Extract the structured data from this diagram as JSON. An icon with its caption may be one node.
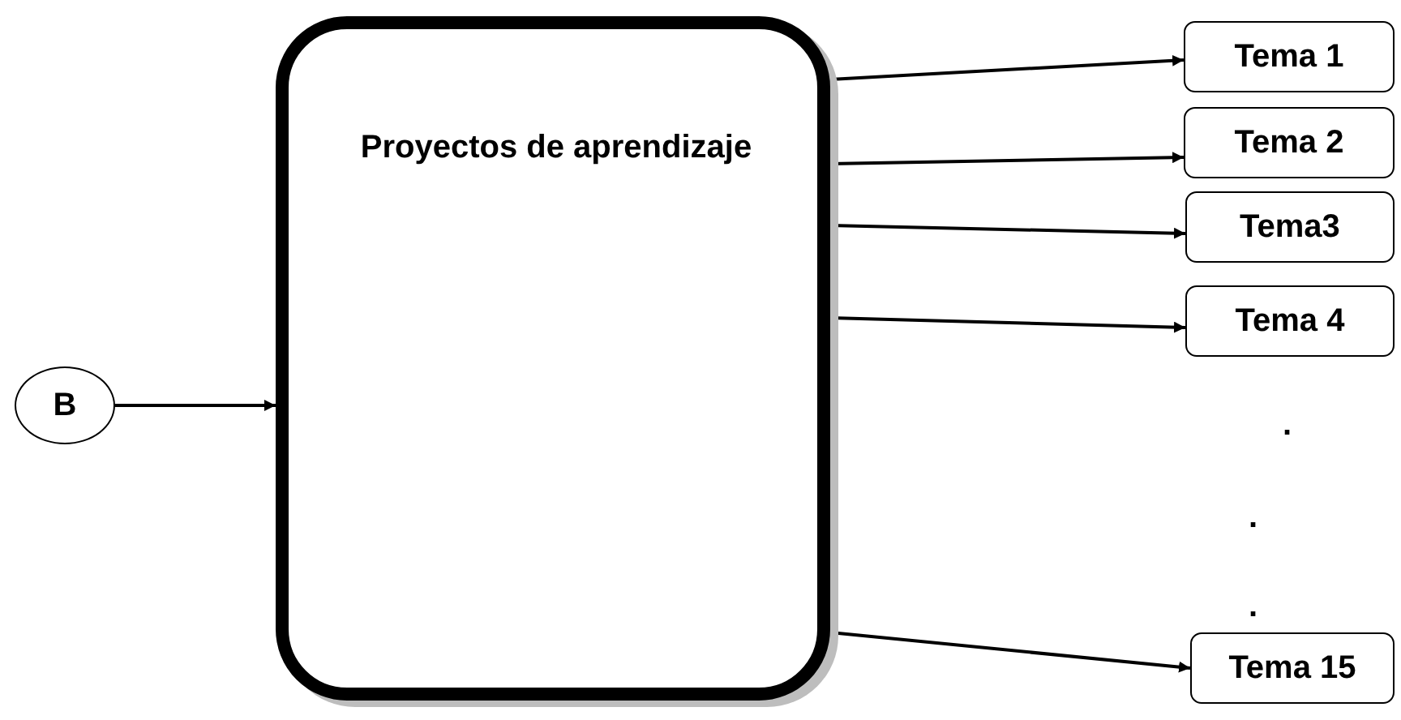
{
  "diagram": {
    "nodes": [
      {
        "text": [
          "Proyectos de aprendizaje"
        ]
      },
      {
        "text": [
          "B"
        ]
      },
      {
        "text": [
          "Tema 1"
        ]
      },
      {
        "text": [
          "Tema 2"
        ]
      },
      {
        "text": [
          "Tema3"
        ]
      },
      {
        "text": [
          "Tema 4"
        ]
      },
      {
        "text": [
          "Tema 15"
        ]
      }
    ],
    "edges": [
      {
        "from": 0,
        "to": 2,
        "arrow": "to"
      },
      {
        "from": 0,
        "to": 3,
        "arrow": "to"
      },
      {
        "from": 0,
        "to": 4,
        "arrow": "to"
      },
      {
        "from": 0,
        "to": 5,
        "arrow": "to"
      },
      {
        "from": 0,
        "to": 6,
        "arrow": "to"
      },
      {
        "from": 1,
        "to": 0,
        "arrow": "to"
      }
    ],
    "labels": [
      ".",
      ".",
      "."
    ]
  }
}
